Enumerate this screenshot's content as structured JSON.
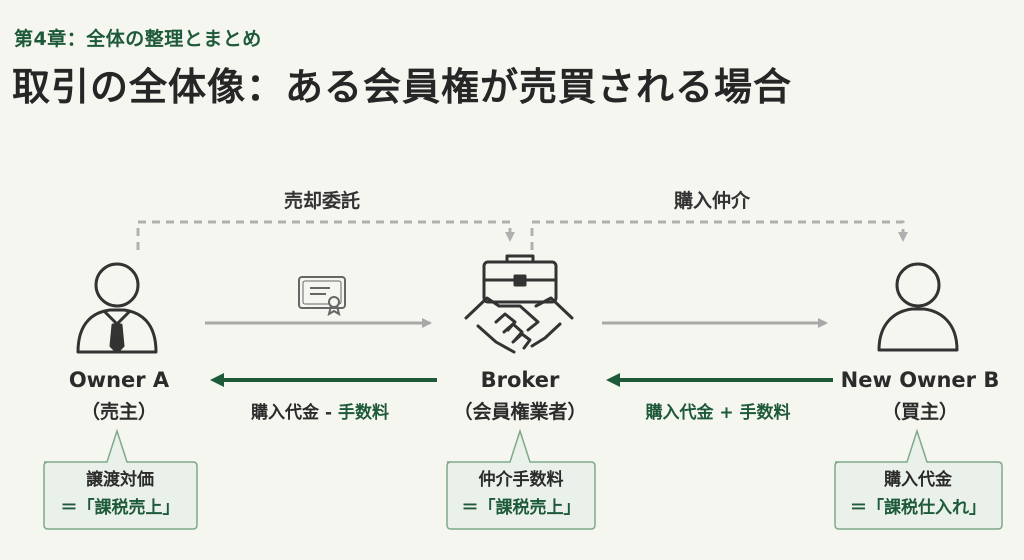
{
  "header": {
    "chapter": "第4章：全体の整理とまとめ",
    "title": "取引の全体像：ある会員権が売買される場合"
  },
  "flows": {
    "consignment": "売却委託",
    "brokerage": "購入仲介"
  },
  "actors": {
    "seller": {
      "name": "Owner A",
      "role": "（売主）"
    },
    "broker": {
      "name": "Broker",
      "role": "（会員権業者）"
    },
    "buyer": {
      "name": "New Owner B",
      "role": "（買主）"
    }
  },
  "payments": {
    "left_part1": "購入代金 - ",
    "left_part2": "手数料",
    "right": "購入代金 + 手数料"
  },
  "boxes": {
    "seller": {
      "line1": "譲渡対価",
      "line2": "＝「課税売上」"
    },
    "broker": {
      "line1": "仲介手数料",
      "line2": "＝「課税売上」"
    },
    "buyer": {
      "line1": "購入代金",
      "line2": "＝「課税仕入れ」"
    }
  },
  "colors": {
    "accent_green": "#1e5a3a",
    "box_fill": "#eaf1ea",
    "box_border": "#7fa98a",
    "arrow_gray": "#a8a8a8",
    "dashed_gray": "#b0b0b0"
  },
  "icons": {
    "seller": "person-with-tie-icon",
    "broker": "briefcase-handshake-icon",
    "buyer": "person-icon",
    "document": "certificate-icon"
  }
}
